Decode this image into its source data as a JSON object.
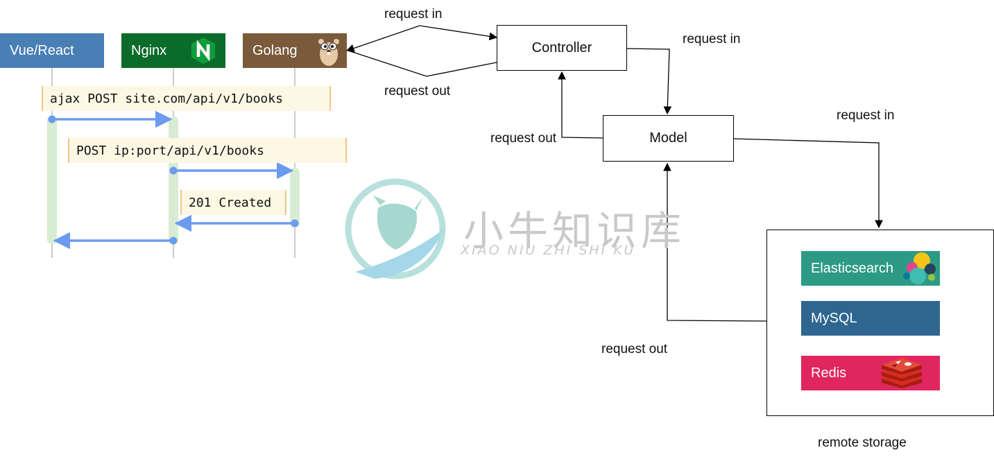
{
  "sequence": {
    "participants": [
      {
        "label": "Vue/React",
        "color": "#4a7fb5"
      },
      {
        "label": "Nginx",
        "color": "#0b6b2a",
        "icon": "nginx-n-icon"
      },
      {
        "label": "Golang",
        "color": "#7a5a3a",
        "icon": "gopher-icon"
      }
    ],
    "messages": [
      {
        "label": "ajax POST site.com/api/v1/books"
      },
      {
        "label": "POST ip:port/api/v1/books"
      },
      {
        "label": "201 Created"
      }
    ]
  },
  "flow": {
    "controller": "Controller",
    "model": "Model",
    "request_in": "request in",
    "request_out": "request out",
    "remote_storage": "remote storage",
    "stores": [
      {
        "label": "Elasticsearch",
        "color": "#2d9a85",
        "icon": "elasticsearch-icon"
      },
      {
        "label": "MySQL",
        "color": "#2f6690"
      },
      {
        "label": "Redis",
        "color": "#e0265f",
        "icon": "redis-icon"
      }
    ]
  },
  "watermark": {
    "cn": "小牛知识库",
    "en": "XIAO NIU ZHI SHI KU"
  }
}
